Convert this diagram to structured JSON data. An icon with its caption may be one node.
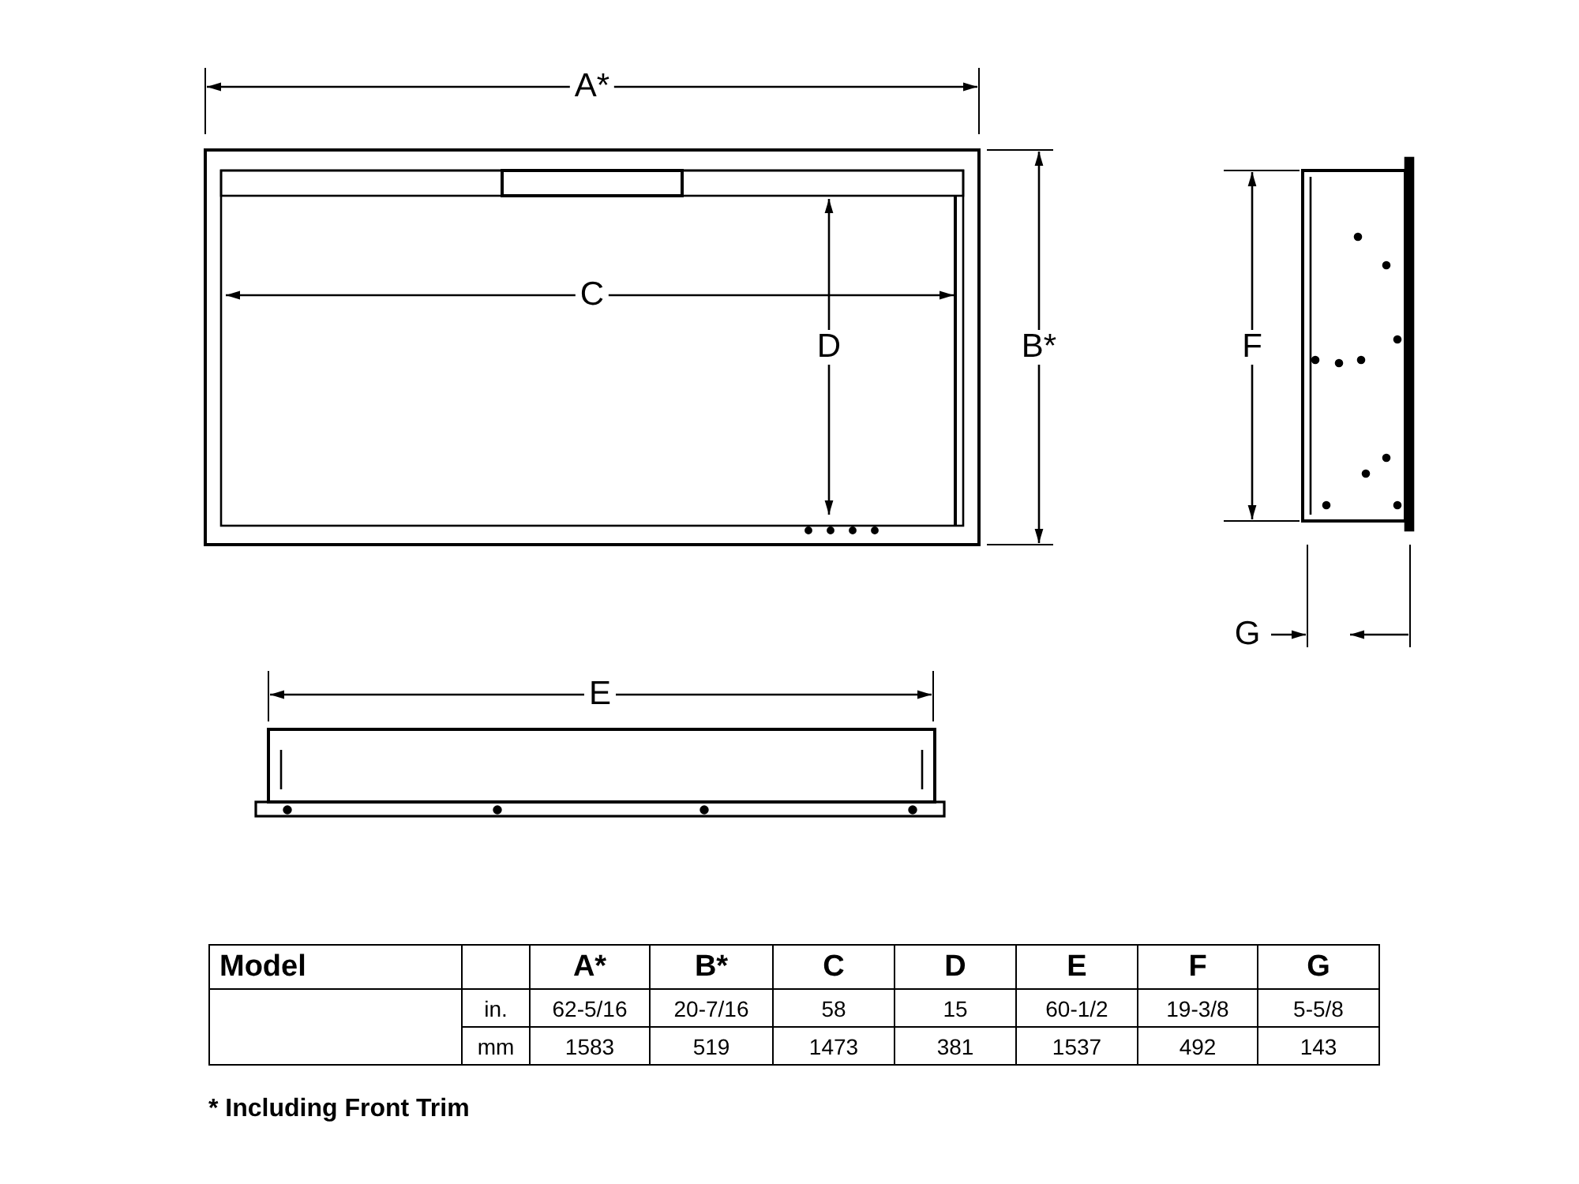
{
  "diagram": {
    "labels": [
      "A*",
      "C",
      "D",
      "B*",
      "F",
      "G",
      "E",
      "Model",
      "A*",
      "B*",
      "C",
      "D",
      "E",
      "F",
      "G",
      "in.",
      "62-5/16",
      "20-7/16",
      "58",
      "15",
      "60-1/2",
      "19-3/8",
      "5-5/8",
      "mm",
      "1583",
      "519",
      "1473",
      "381",
      "1537",
      "492",
      "143",
      "* Including Front Trim"
    ]
  }
}
